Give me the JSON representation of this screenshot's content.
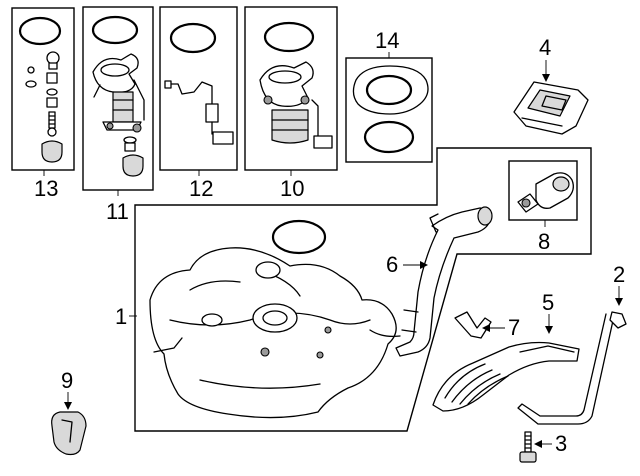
{
  "diagram": {
    "callouts": [
      {
        "id": "c1",
        "number": "1"
      },
      {
        "id": "c2",
        "number": "2"
      },
      {
        "id": "c3",
        "number": "3"
      },
      {
        "id": "c4",
        "number": "4"
      },
      {
        "id": "c5",
        "number": "5"
      },
      {
        "id": "c6",
        "number": "6"
      },
      {
        "id": "c7",
        "number": "7"
      },
      {
        "id": "c8",
        "number": "8"
      },
      {
        "id": "c9",
        "number": "9"
      },
      {
        "id": "c10",
        "number": "10"
      },
      {
        "id": "c11",
        "number": "11"
      },
      {
        "id": "c12",
        "number": "12"
      },
      {
        "id": "c13",
        "number": "13"
      },
      {
        "id": "c14",
        "number": "14"
      }
    ]
  }
}
